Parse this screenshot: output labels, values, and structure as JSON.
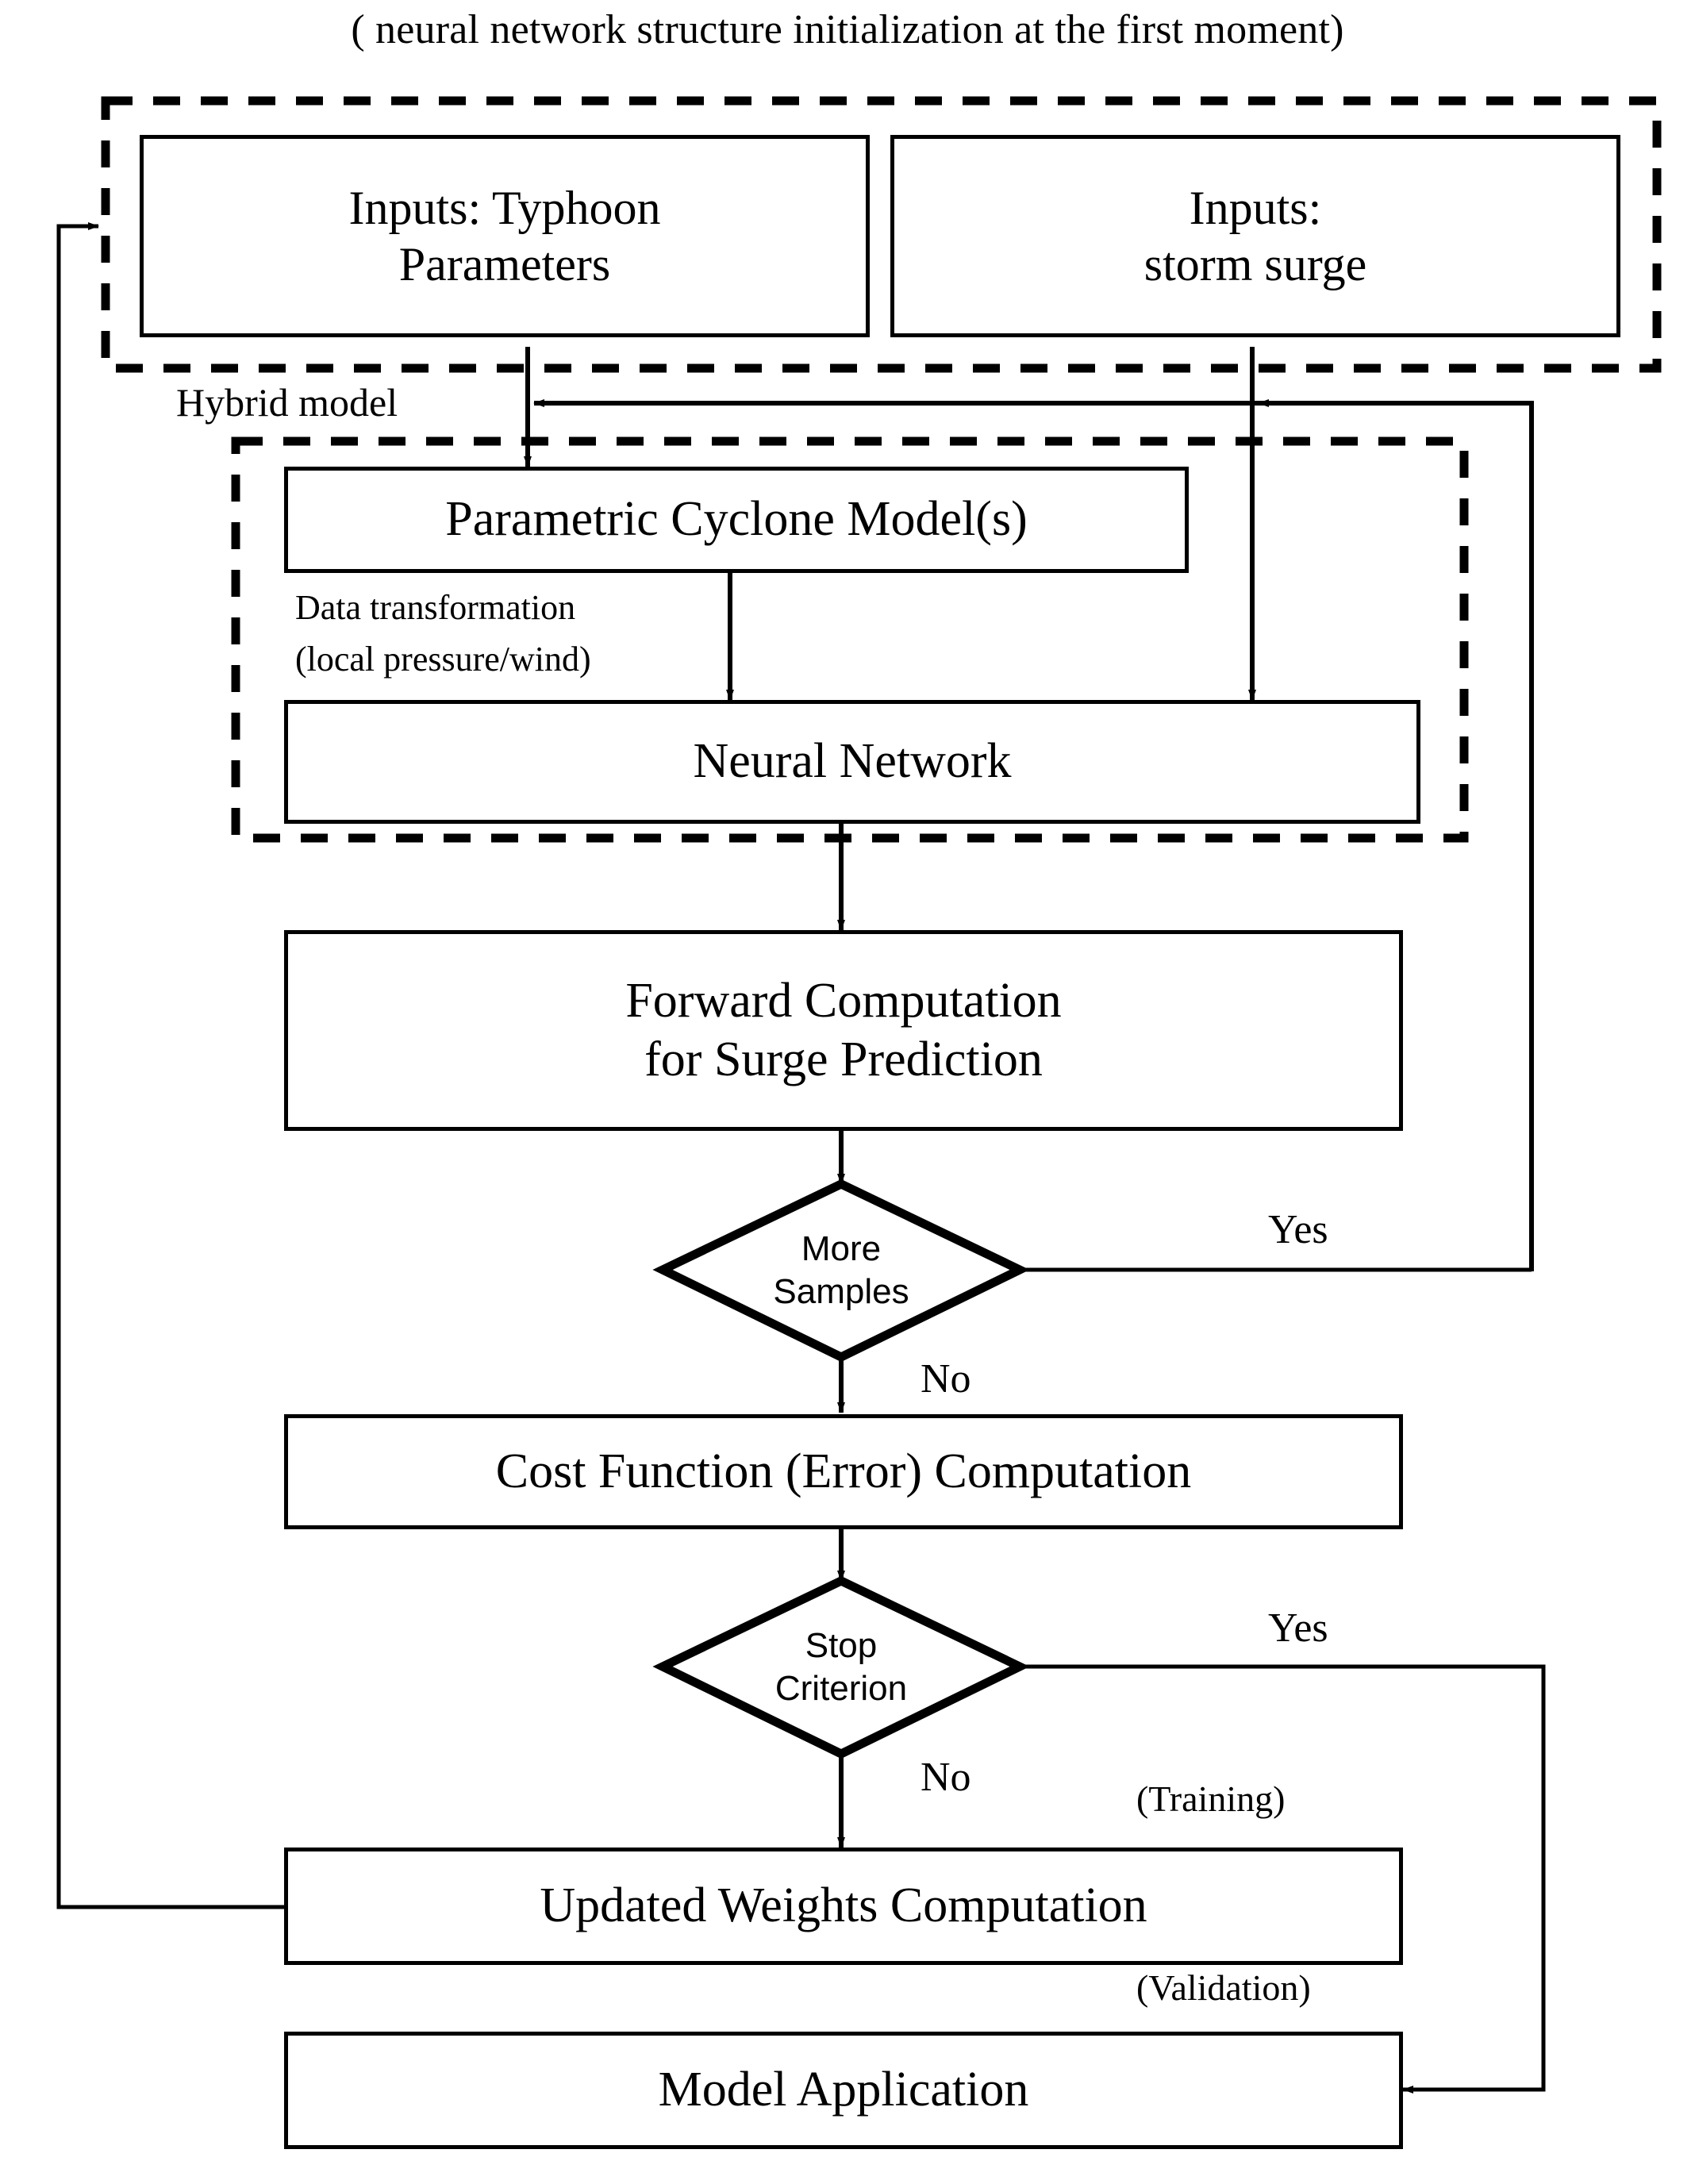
{
  "diagram": {
    "caption": "( neural network structure initialization  at the first moment)",
    "groups": {
      "inputs_group_name": "inputs-initialization-group",
      "hybrid_label": "Hybrid model"
    },
    "nodes": {
      "inputs_typhoon": "Inputs: Typhoon\nParameters",
      "inputs_typhoon_line1": "Inputs:  Typhoon",
      "inputs_typhoon_line2": "Parameters",
      "inputs_surge_line1": "Inputs:",
      "inputs_surge_line2": "storm surge",
      "parametric_cyclone": "Parametric Cyclone Model(s)",
      "neural_network": "Neural Network",
      "forward_line1": "Forward Computation",
      "forward_line2": "for Surge Prediction",
      "cost_function": "Cost Function (Error) Computation",
      "updated_weights": "Updated Weights Computation",
      "model_application": "Model Application"
    },
    "decisions": {
      "more_samples_line1": "More",
      "more_samples_line2": "Samples",
      "stop_criterion_line1": "Stop",
      "stop_criterion_line2": "Criterion"
    },
    "edge_labels": {
      "data_transformation_line1": "Data transformation",
      "data_transformation_line2": "(local pressure/wind)",
      "more_samples_yes": "Yes",
      "more_samples_no": "No",
      "stop_yes": "Yes",
      "stop_no": "No",
      "training": "(Training)",
      "validation": "(Validation)"
    },
    "colors": {
      "stroke": "#000000",
      "background": "#ffffff"
    }
  }
}
